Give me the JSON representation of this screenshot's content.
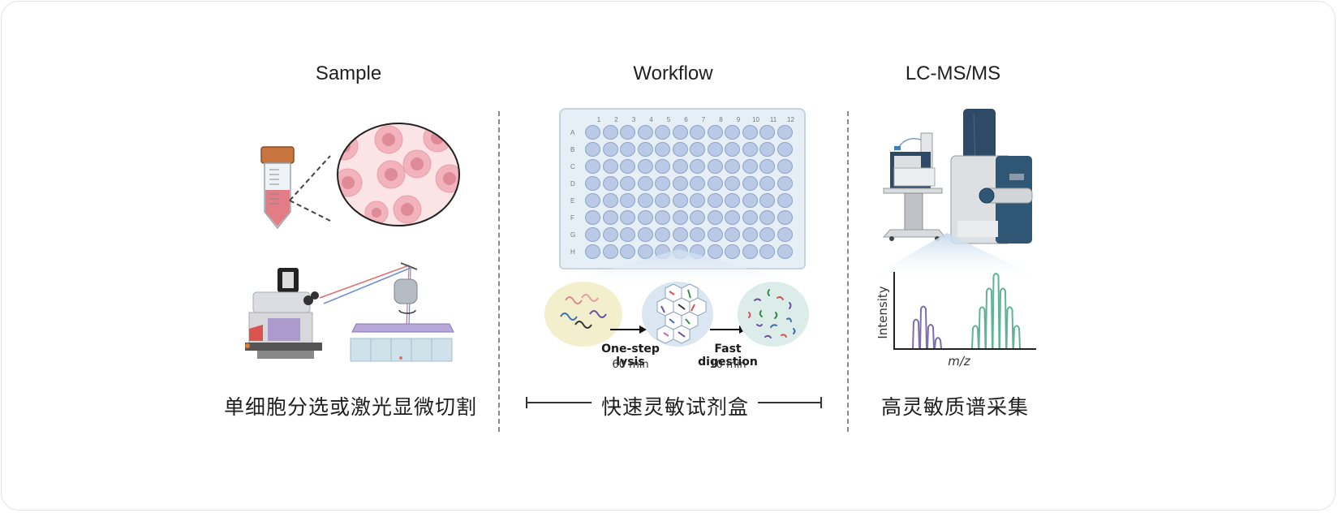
{
  "sections": [
    {
      "title": "Sample",
      "caption": "单细胞分选或激光显微切割"
    },
    {
      "title": "Workflow",
      "caption": "快速灵敏试剂盒",
      "steps": [
        {
          "label": "One-step lysis",
          "time": "60 min"
        },
        {
          "label": "Fast digestion",
          "time": "10 min"
        }
      ],
      "plate": {
        "columns": [
          "1",
          "2",
          "3",
          "4",
          "5",
          "6",
          "7",
          "8",
          "9",
          "10",
          "11",
          "12"
        ],
        "rows": [
          "A",
          "B",
          "C",
          "D",
          "E",
          "F",
          "G",
          "H"
        ]
      }
    },
    {
      "title": "LC-MS/MS",
      "caption": "高灵敏质谱采集",
      "spectrum": {
        "ylabel": "Intensity",
        "xlabel": "m/z",
        "purple_peaks": [
          0.55,
          0.8,
          0.45,
          0.2
        ],
        "green_peaks": [
          0.3,
          0.55,
          0.8,
          1.0,
          0.8,
          0.55,
          0.3
        ],
        "purple_color": "#7b6fae",
        "green_color": "#5fb592"
      }
    }
  ],
  "colors": {
    "plate_well": "#b9c9e6",
    "plate_well_border": "#8ea4c9",
    "plate_body": "#e6eef6",
    "instrument_dark": "#2f4a66",
    "cell_pink": "#f3b8c0",
    "divider": "#8a8a8a"
  }
}
